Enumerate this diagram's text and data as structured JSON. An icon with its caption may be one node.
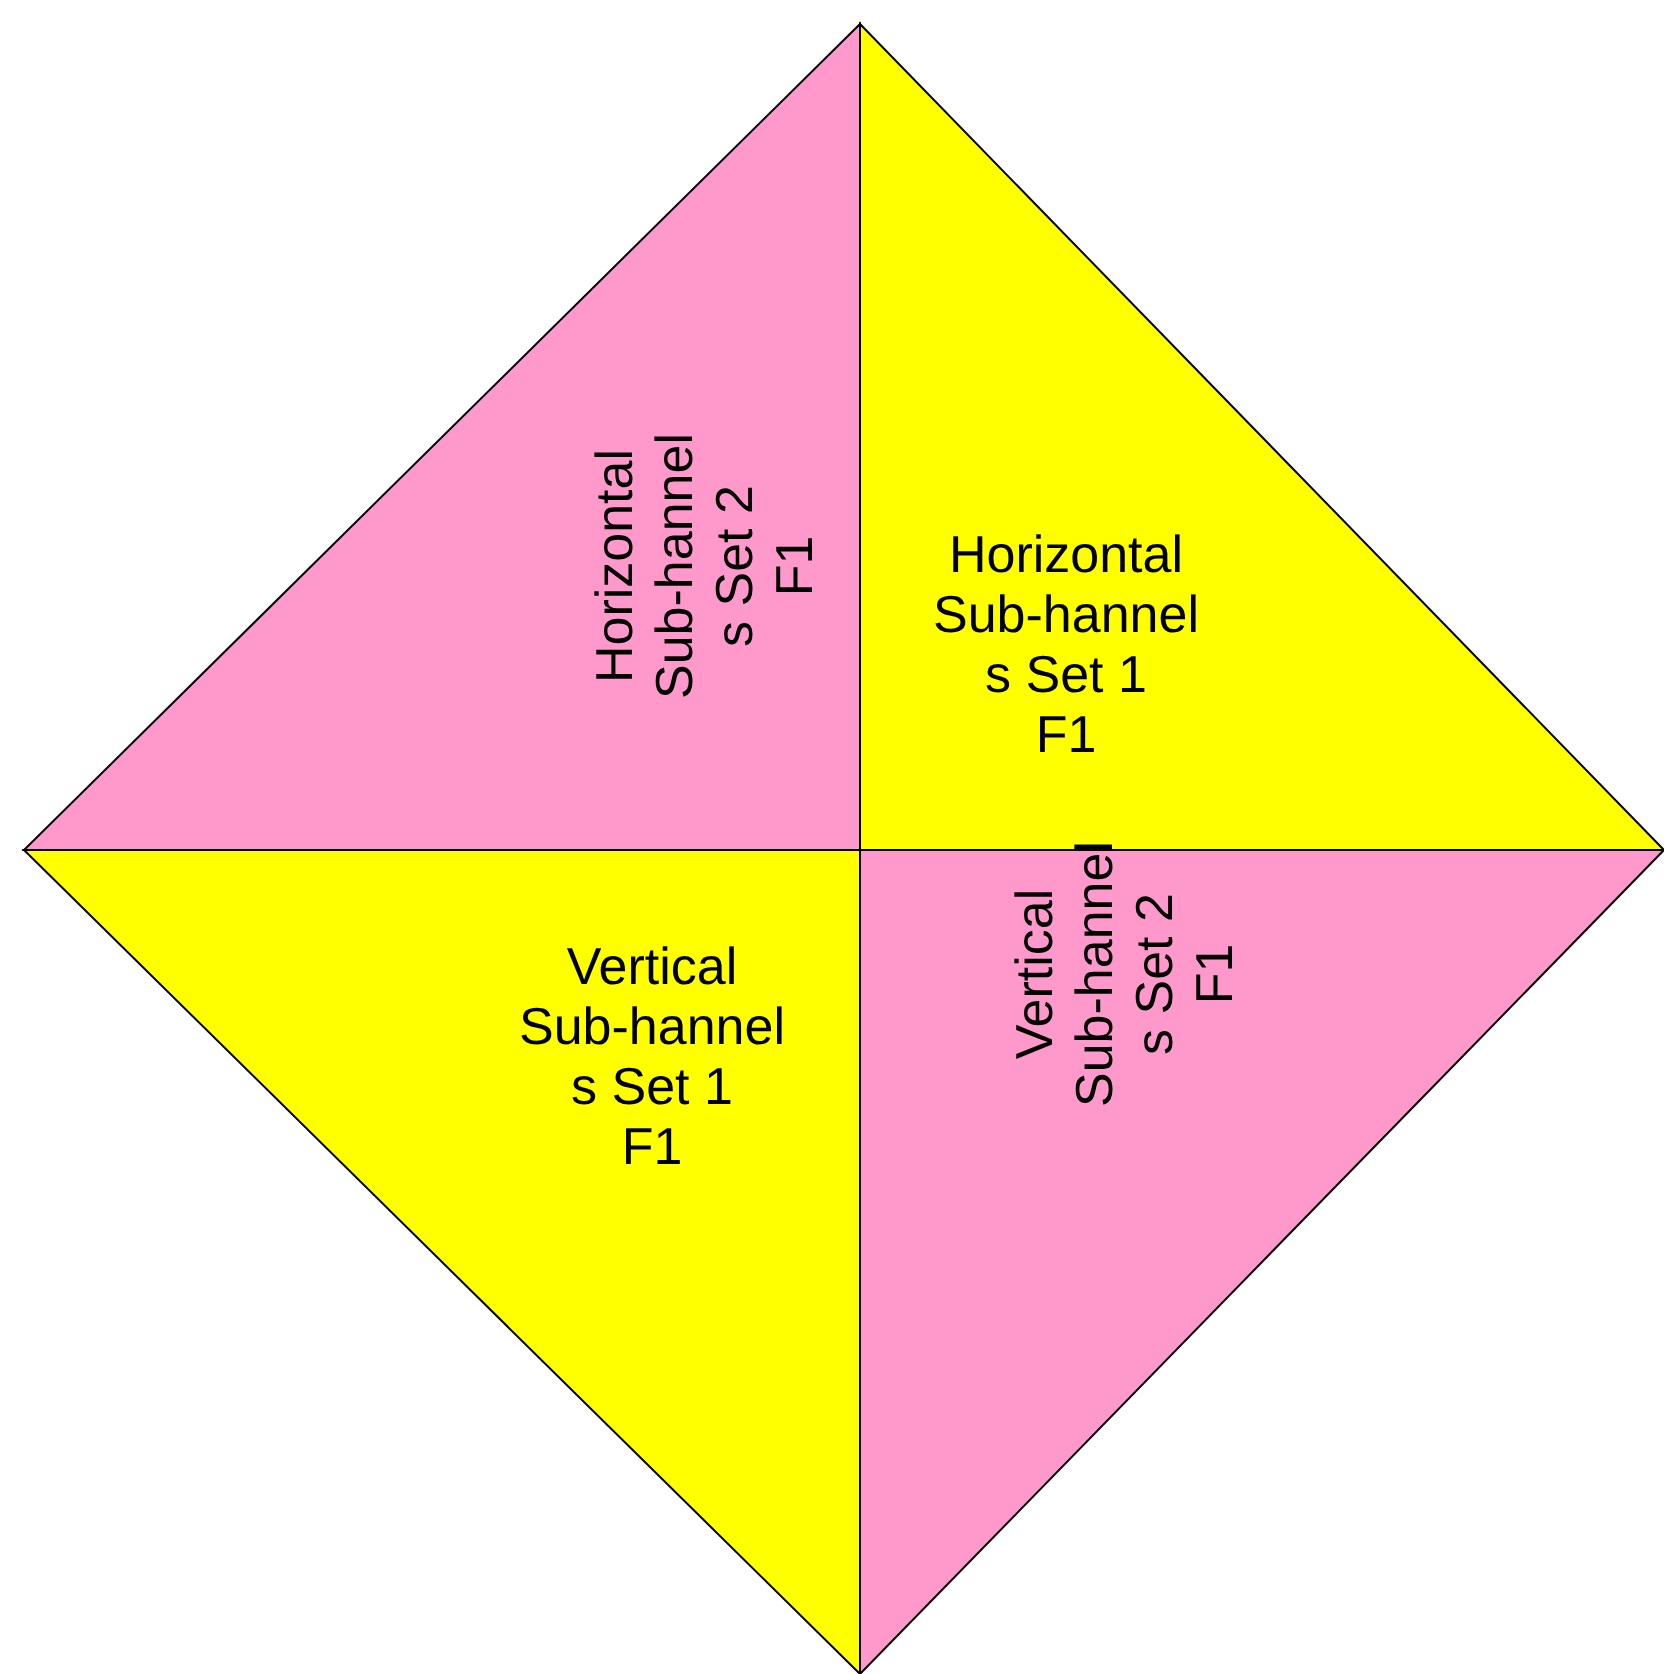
{
  "diagram": {
    "nodes": [
      {
        "text": [
          "Horizontal Sub-hannel s Set 2",
          "F1"
        ]
      },
      {
        "text": [
          "Horizontal Sub-hannel s Set 1",
          "F1"
        ]
      },
      {
        "text": [
          "Vertical Sub-hannel s Set 1",
          "F1"
        ]
      },
      {
        "text": [
          "Vertical Sub-hannel s Set 2",
          "F1"
        ]
      }
    ]
  }
}
